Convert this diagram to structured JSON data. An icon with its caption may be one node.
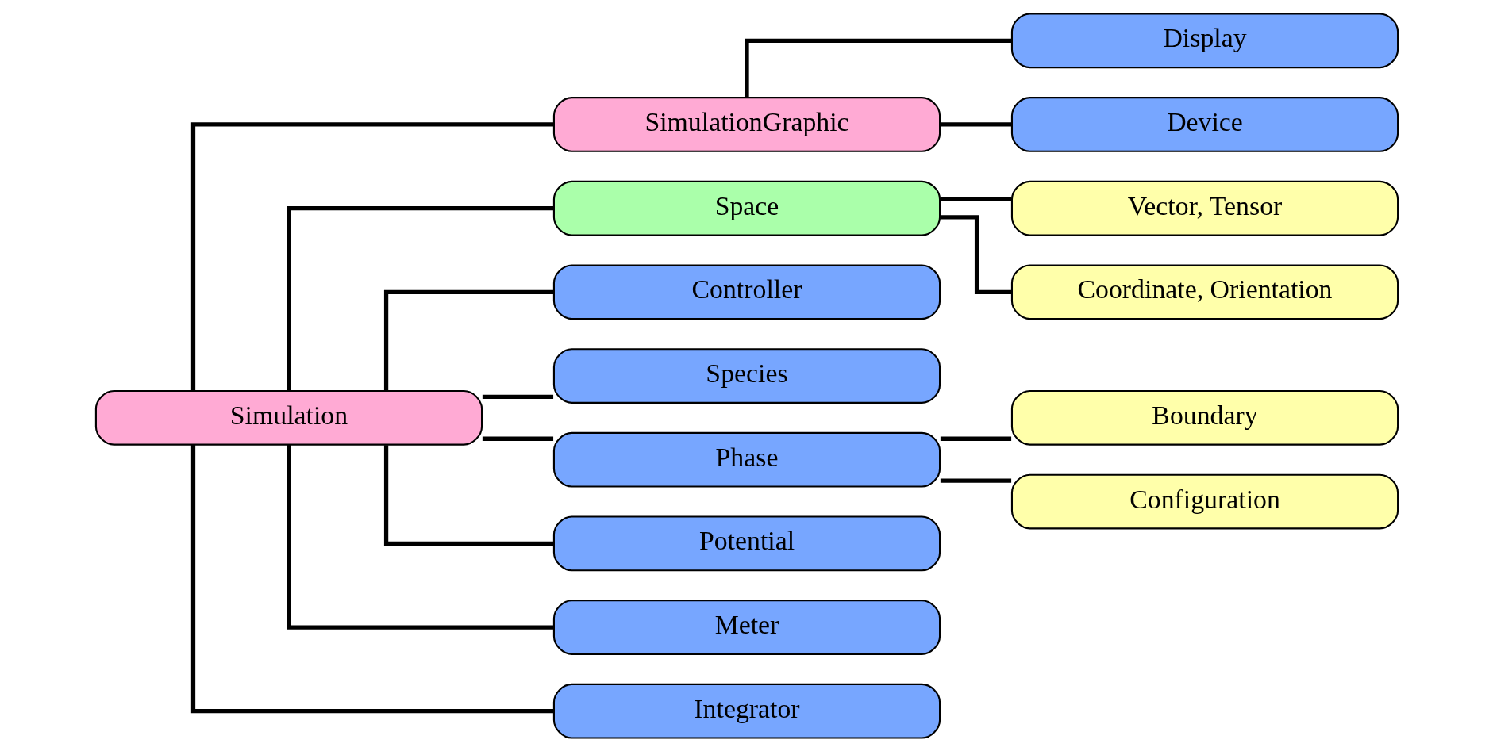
{
  "diagram": {
    "nodes": [
      {
        "text": [
          "Simulation"
        ]
      },
      {
        "text": [
          "SimulationGraphic"
        ]
      },
      {
        "text": [
          "Space"
        ]
      },
      {
        "text": [
          "Display"
        ]
      },
      {
        "text": [
          "Vector, Tensor"
        ]
      },
      {
        "text": [
          "Device"
        ]
      },
      {
        "text": [
          "Coordinate, Orientation"
        ]
      },
      {
        "text": [
          "Controller"
        ]
      },
      {
        "text": [
          "Species"
        ]
      },
      {
        "text": [
          "Phase"
        ]
      },
      {
        "text": [
          "Boundary"
        ]
      },
      {
        "text": [
          "Configuration"
        ]
      },
      {
        "text": [
          "Potential"
        ]
      },
      {
        "text": [
          "Meter"
        ]
      },
      {
        "text": [
          "Integrator"
        ]
      }
    ],
    "edges": [
      {
        "from": 0,
        "to": 1,
        "arrow": "none"
      },
      {
        "from": 0,
        "to": 2,
        "arrow": "none"
      },
      {
        "from": 1,
        "to": 3,
        "arrow": "none"
      },
      {
        "from": 1,
        "to": 5,
        "arrow": "none"
      },
      {
        "from": 2,
        "to": 4,
        "arrow": "none"
      },
      {
        "from": 2,
        "to": 6,
        "arrow": "none"
      },
      {
        "from": 0,
        "to": 7,
        "arrow": "none"
      },
      {
        "from": 0,
        "to": 8,
        "arrow": "none"
      },
      {
        "from": 0,
        "to": 9,
        "arrow": "none"
      },
      {
        "from": 9,
        "to": 10,
        "arrow": "none"
      },
      {
        "from": 9,
        "to": 11,
        "arrow": "none"
      },
      {
        "from": 0,
        "to": 12,
        "arrow": "none"
      },
      {
        "from": 0,
        "to": 13,
        "arrow": "none"
      },
      {
        "from": 0,
        "to": 14,
        "arrow": "none"
      }
    ]
  }
}
